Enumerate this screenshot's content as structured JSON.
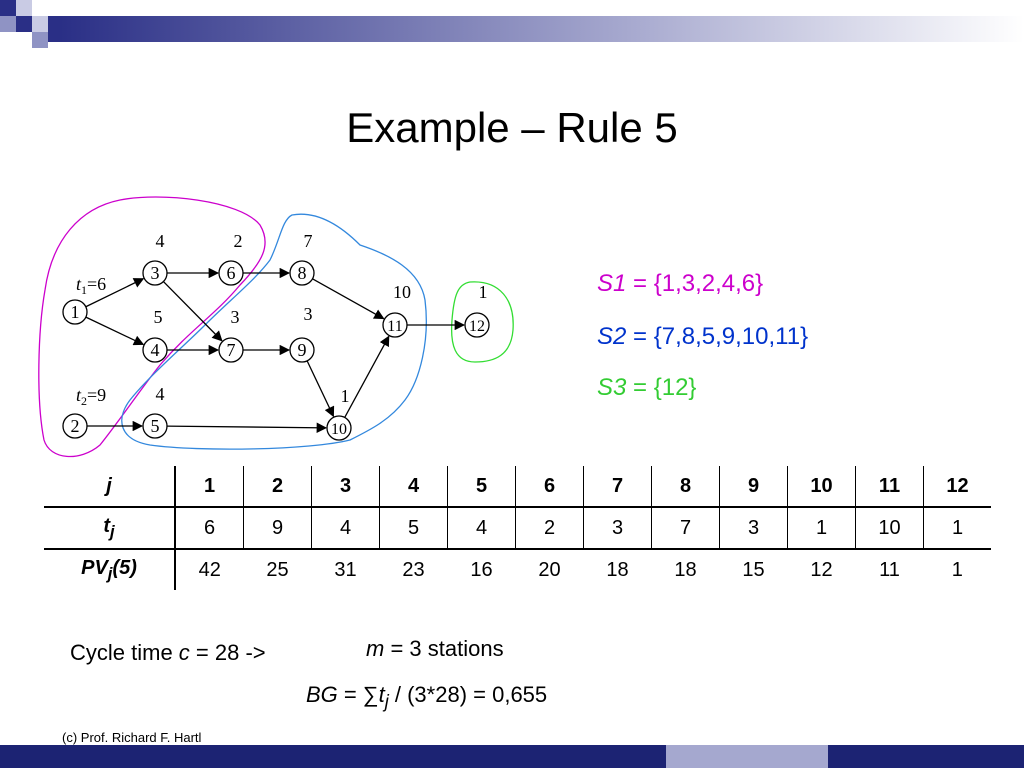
{
  "title": "Example – Rule 5",
  "diagram": {
    "nodes": [
      {
        "id": "1",
        "label": "1",
        "time": ""
      },
      {
        "id": "2",
        "label": "2",
        "time": ""
      },
      {
        "id": "3",
        "label": "3",
        "time": "4"
      },
      {
        "id": "4",
        "label": "4",
        "time": "5"
      },
      {
        "id": "5",
        "label": "5",
        "time": "4"
      },
      {
        "id": "6",
        "label": "6",
        "time": "2"
      },
      {
        "id": "7",
        "label": "7",
        "time": "3"
      },
      {
        "id": "8",
        "label": "8",
        "time": "7"
      },
      {
        "id": "9",
        "label": "9",
        "time": "3"
      },
      {
        "id": "10",
        "label": "10",
        "time": "1"
      },
      {
        "id": "11",
        "label": "11",
        "time": "10"
      },
      {
        "id": "12",
        "label": "12",
        "time": "1"
      }
    ],
    "edges": [
      [
        "1",
        "3"
      ],
      [
        "1",
        "4"
      ],
      [
        "3",
        "6"
      ],
      [
        "3",
        "7"
      ],
      [
        "6",
        "8"
      ],
      [
        "4",
        "7"
      ],
      [
        "7",
        "9"
      ],
      [
        "8",
        "11"
      ],
      [
        "9",
        "10"
      ],
      [
        "10",
        "11"
      ],
      [
        "11",
        "12"
      ],
      [
        "2",
        "5"
      ],
      [
        "5",
        "10"
      ]
    ],
    "t1_label": {
      "var": "t",
      "sub": "1",
      "eq": "=6"
    },
    "t2_label": {
      "var": "t",
      "sub": "2",
      "eq": "=9"
    },
    "colors": {
      "s1": "#cc00cc",
      "s2": "#3388dd",
      "s3": "#33dd33"
    }
  },
  "sets": [
    {
      "name": "S1",
      "value": " = {1,3,2,4,6}"
    },
    {
      "name": "S2",
      "value": " = {7,8,5,9,10,11}"
    },
    {
      "name": "S3",
      "value": " = {12}"
    }
  ],
  "table": {
    "header_label": "j",
    "row1_label_var": "t",
    "row1_label_sub": "j",
    "row2_label_a": "PV",
    "row2_label_sub": "j",
    "row2_label_b": "(5)",
    "columns": [
      "1",
      "2",
      "3",
      "4",
      "5",
      "6",
      "7",
      "8",
      "9",
      "10",
      "11",
      "12"
    ],
    "tj": [
      "6",
      "9",
      "4",
      "5",
      "4",
      "2",
      "3",
      "7",
      "3",
      "1",
      "10",
      "1"
    ],
    "pv": [
      "42",
      "25",
      "31",
      "23",
      "16",
      "20",
      "18",
      "18",
      "15",
      "12",
      "11",
      "1"
    ]
  },
  "footer": {
    "cycle_prefix": "Cycle time ",
    "cycle_var": "c",
    "cycle_value": " = 28  ->",
    "stations_var": "m",
    "stations_value": " = 3 stations",
    "bg_var": "BG",
    "bg_mid": " = ∑",
    "bg_t": "t",
    "bg_sub": "j",
    "bg_rest": " / (3*28) = 0,655",
    "copyright": "(c) Prof. Richard F. Hartl"
  }
}
